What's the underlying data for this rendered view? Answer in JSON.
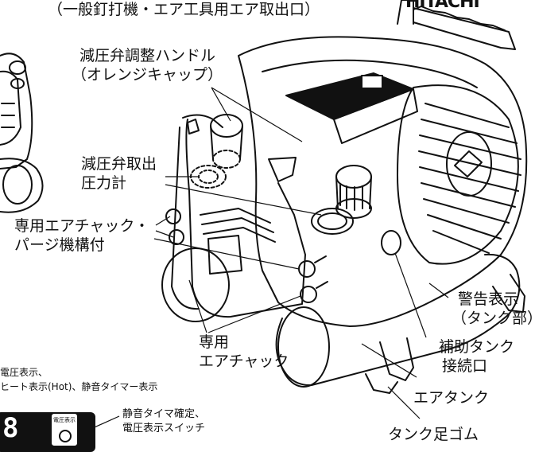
{
  "brand_text": "HITACHI",
  "labels": {
    "top_port_caption": "（一般釘打機・エア工具用エア取出口）",
    "reducer_handle": "減圧弁調整ハンドル",
    "orange_cap": "（オレンジキャップ）",
    "reducer_outlet": "減圧弁取出",
    "pressure_gauge": "圧力計",
    "air_chuck_purge_1": "専用エアチャック・",
    "air_chuck_purge_2": "パージ機構付",
    "warning_display": "警告表示",
    "tank_part": "（タンク部）",
    "aux_tank_1": "補助タンク",
    "aux_tank_2": "接続口",
    "dedicated_1": "専用",
    "dedicated_2": "エアチャック",
    "air_tank": "エアタンク",
    "tank_foot": "タンク足ゴム",
    "voltage_display_1": "電圧表示、",
    "voltage_display_2": "ヒート表示(Hot)、静音タイマー表示",
    "silent_timer_1": "静音タイマ確定、",
    "silent_timer_2": "電圧表示スイッチ"
  },
  "panel": {
    "digit": "8",
    "button_label": "電圧表示"
  }
}
